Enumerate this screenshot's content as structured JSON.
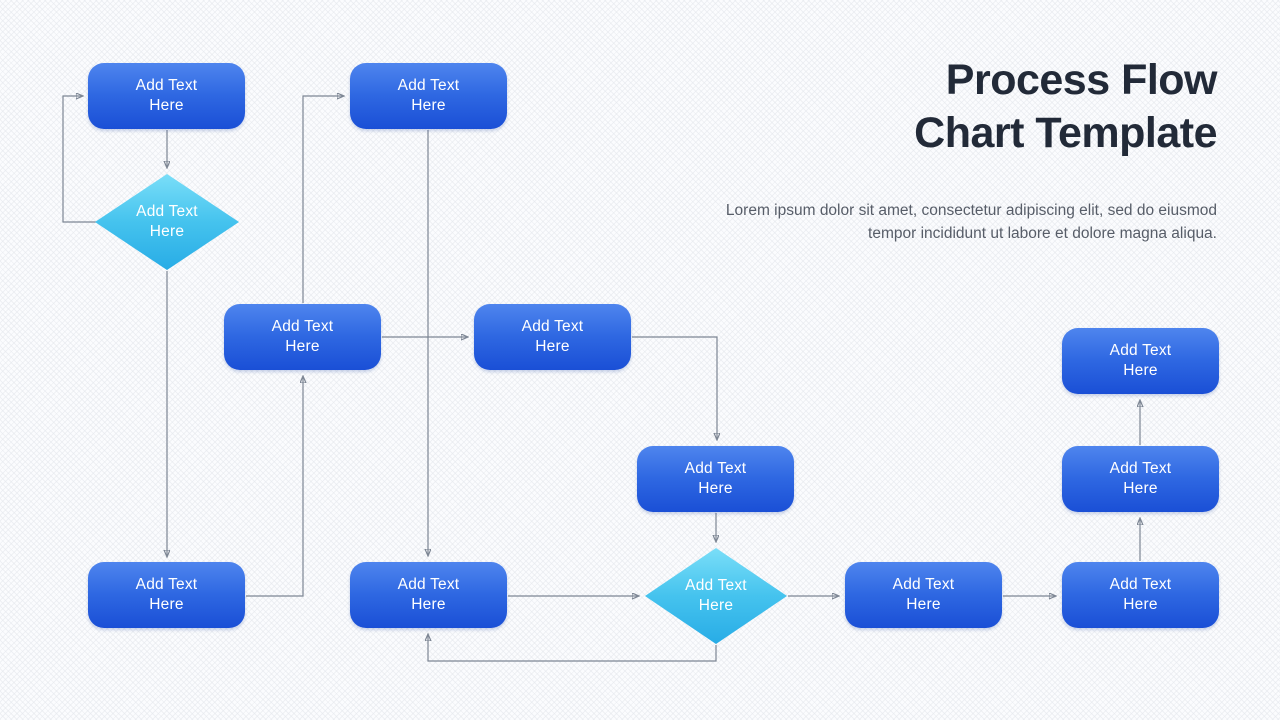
{
  "header": {
    "title_line1": "Process Flow",
    "title_line2": "Chart Template",
    "subtitle_line1": "Lorem ipsum dolor sit amet, consectetur adipiscing elit, sed do eiusmod",
    "subtitle_line2": "tempor incididunt ut labore et dolore magna aliqua."
  },
  "colors": {
    "process_box_gradient_top": "#4f85ee",
    "process_box_gradient_bottom": "#1a4fd6",
    "decision_gradient_top": "#7adef8",
    "decision_gradient_bottom": "#28ace6",
    "connector": "#7d8694",
    "title_text": "#222a38",
    "subtitle_text": "#575d68",
    "node_text": "#ffffff",
    "background": "#fbfcfe"
  },
  "nodes": [
    {
      "id": "step-1",
      "shape": "process",
      "line1": "Add Text",
      "line2": "Here"
    },
    {
      "id": "step-2",
      "shape": "process",
      "line1": "Add Text",
      "line2": "Here"
    },
    {
      "id": "decision-1",
      "shape": "decision",
      "line1": "Add Text",
      "line2": "Here"
    },
    {
      "id": "step-3",
      "shape": "process",
      "line1": "Add Text",
      "line2": "Here"
    },
    {
      "id": "step-4",
      "shape": "process",
      "line1": "Add Text",
      "line2": "Here"
    },
    {
      "id": "step-5",
      "shape": "process",
      "line1": "Add Text",
      "line2": "Here"
    },
    {
      "id": "step-6",
      "shape": "process",
      "line1": "Add Text",
      "line2": "Here"
    },
    {
      "id": "step-7",
      "shape": "process",
      "line1": "Add Text",
      "line2": "Here"
    },
    {
      "id": "step-8",
      "shape": "process",
      "line1": "Add Text",
      "line2": "Here"
    },
    {
      "id": "step-9",
      "shape": "process",
      "line1": "Add Text",
      "line2": "Here"
    },
    {
      "id": "decision-2",
      "shape": "decision",
      "line1": "Add Text",
      "line2": "Here"
    },
    {
      "id": "step-10",
      "shape": "process",
      "line1": "Add Text",
      "line2": "Here"
    },
    {
      "id": "step-11",
      "shape": "process",
      "line1": "Add Text",
      "line2": "Here"
    }
  ],
  "connections": [
    {
      "from": "step-1",
      "to": "decision-1"
    },
    {
      "from": "decision-1",
      "to": "step-1"
    },
    {
      "from": "decision-1",
      "to": "step-8"
    },
    {
      "from": "step-8",
      "to": "step-3"
    },
    {
      "from": "step-3",
      "to": "step-2"
    },
    {
      "from": "step-3",
      "to": "step-4"
    },
    {
      "from": "step-2",
      "to": "step-9"
    },
    {
      "from": "step-4",
      "to": "step-5"
    },
    {
      "from": "step-5",
      "to": "decision-2"
    },
    {
      "from": "step-9",
      "to": "decision-2"
    },
    {
      "from": "decision-2",
      "to": "step-10"
    },
    {
      "from": "decision-2",
      "to": "step-9"
    },
    {
      "from": "step-10",
      "to": "step-11"
    },
    {
      "from": "step-11",
      "to": "step-7"
    },
    {
      "from": "step-7",
      "to": "step-6"
    }
  ]
}
